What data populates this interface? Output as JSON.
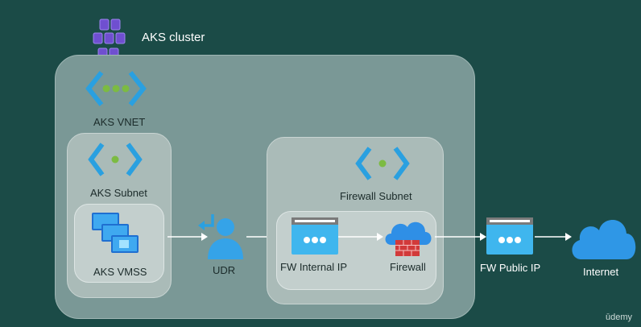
{
  "cluster": {
    "label": "AKS cluster"
  },
  "vnet": {
    "label": "AKS VNET"
  },
  "subnet": {
    "label": "AKS Subnet"
  },
  "vmss": {
    "label": "AKS VMSS"
  },
  "udr": {
    "label": "UDR"
  },
  "firewall_subnet": {
    "label": "Firewall Subnet"
  },
  "fw_internal_ip": {
    "label": "FW Internal IP"
  },
  "firewall": {
    "label": "Firewall"
  },
  "fw_public_ip": {
    "label": "FW Public IP"
  },
  "internet": {
    "label": "Internet"
  },
  "watermark": {
    "text": "ūdemy"
  },
  "colors": {
    "background": "#1b4b47",
    "vnet_blue": "#2aa0e0",
    "dot_green": "#7cbb42",
    "cloud_blue": "#2f97e6",
    "firewall_red": "#d23a3a",
    "purple": "#7b5bd6"
  }
}
